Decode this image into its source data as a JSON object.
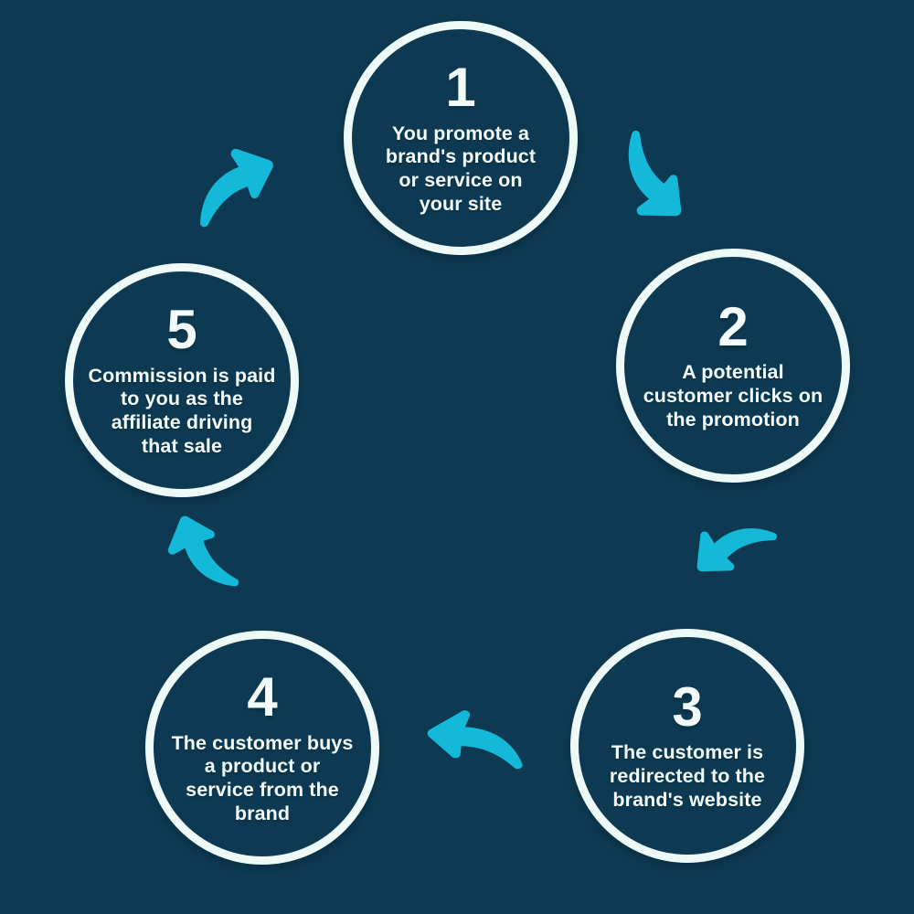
{
  "colors": {
    "background": "#0d3a52",
    "circle_stroke": "#edfaf8",
    "text": "#f2fbfa",
    "arrow": "#14b9d9"
  },
  "steps": [
    {
      "number": "1",
      "description": "You promote a\nbrand's product\nor service on\nyour site"
    },
    {
      "number": "2",
      "description": "A potential\ncustomer clicks on\nthe promotion"
    },
    {
      "number": "3",
      "description": "The customer is\nredirected to the\nbrand's website"
    },
    {
      "number": "4",
      "description": "The customer buys\na product or\nservice from the\nbrand"
    },
    {
      "number": "5",
      "description": "Commission is paid\nto you as the\naffiliate driving\nthat sale"
    }
  ],
  "arrows": [
    {
      "icon": "curved-arrow-icon",
      "from": "1",
      "to": "2"
    },
    {
      "icon": "curved-arrow-icon",
      "from": "2",
      "to": "3"
    },
    {
      "icon": "curved-arrow-icon",
      "from": "3",
      "to": "4"
    },
    {
      "icon": "curved-arrow-icon",
      "from": "4",
      "to": "5"
    },
    {
      "icon": "curved-arrow-icon",
      "from": "5",
      "to": "1"
    }
  ]
}
